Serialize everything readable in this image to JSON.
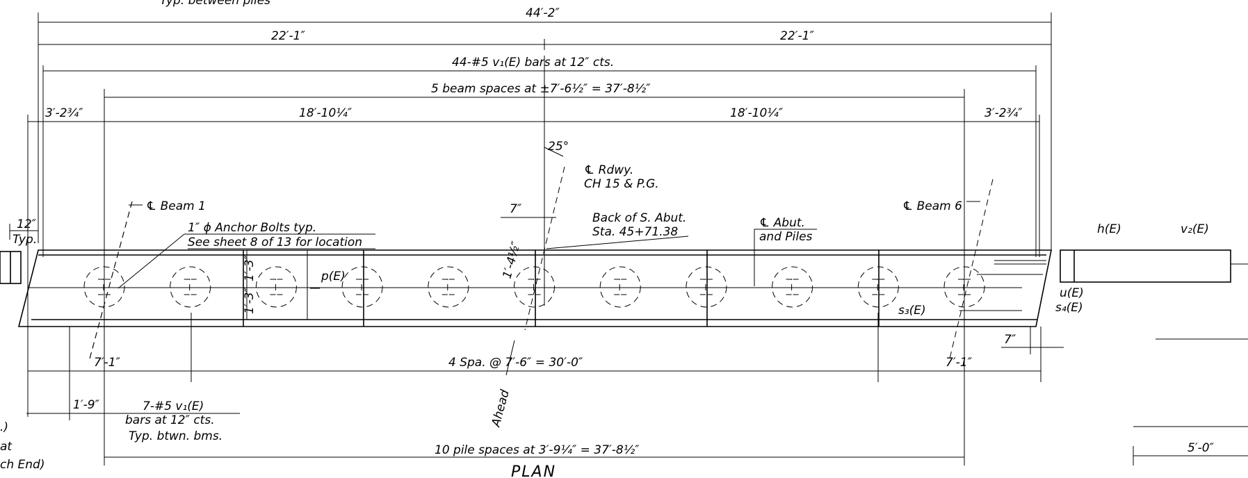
{
  "labels": {
    "top_partial": "Typ. between piles",
    "overall": "44′-2″",
    "half_left": "22′-1″",
    "half_right": "22′-1″",
    "bars": "44-#5 v₁(E) bars at 12″ cts.",
    "beam_spaces": "5 beam spaces at ±7′-6½″ = 37′-8½″",
    "end_left": "3′-2¾″",
    "mid_left": "18′-10¼″",
    "mid_right": "18′-10¼″",
    "end_right": "3′-2¾″",
    "angle": "25°",
    "cl_rdwy": "℄ Rdwy.",
    "ch15": "CH 15 & P.G.",
    "cl_beam1": "℄ Beam 1",
    "cl_beam6": "℄ Beam 6",
    "dim_12": "12″",
    "typ": "Typ.",
    "anchor1": "1″ ϕ Anchor Bolts typ.",
    "anchor2": "See sheet 8 of 13 for location",
    "dim_7_top": "7″",
    "back_abut1": "Back of S. Abut.",
    "back_abut2": "Sta. 45+71.38",
    "cl_abut1": "℄ Abut.",
    "cl_abut2": "and Piles",
    "h_e": "h(E)",
    "v2_e": "v₂(E)",
    "p_e": "p(E)",
    "dim_13a": "1′-3″",
    "dim_13b": "1′-3″",
    "dim_14": "1′-4½″",
    "u_e": "u(E)",
    "s3_e": "s₃(E)",
    "s4_e": "s₄(E)",
    "dim_7_right": "7″",
    "dim_71_left": "7′-1″",
    "four_spa": "4 Spa. @ 7′-6″ = 30′-0″",
    "dim_71_right": "7′-1″",
    "dim_19": "1′-9″",
    "bars7_1": "7-#5 v₁(E)",
    "bars7_2": "bars at 12″ cts.",
    "bars7_3": "Typ. btwn. bms.",
    "ahead": "Ahead",
    "pile_spaces": "10 pile spaces at 3′-9¼″ = 37′-8½″",
    "dim_50": "5′-0″",
    "frag_left1": ".)",
    "frag_left2": "at",
    "frag_left3": "ch End)",
    "title": "PLAN"
  }
}
